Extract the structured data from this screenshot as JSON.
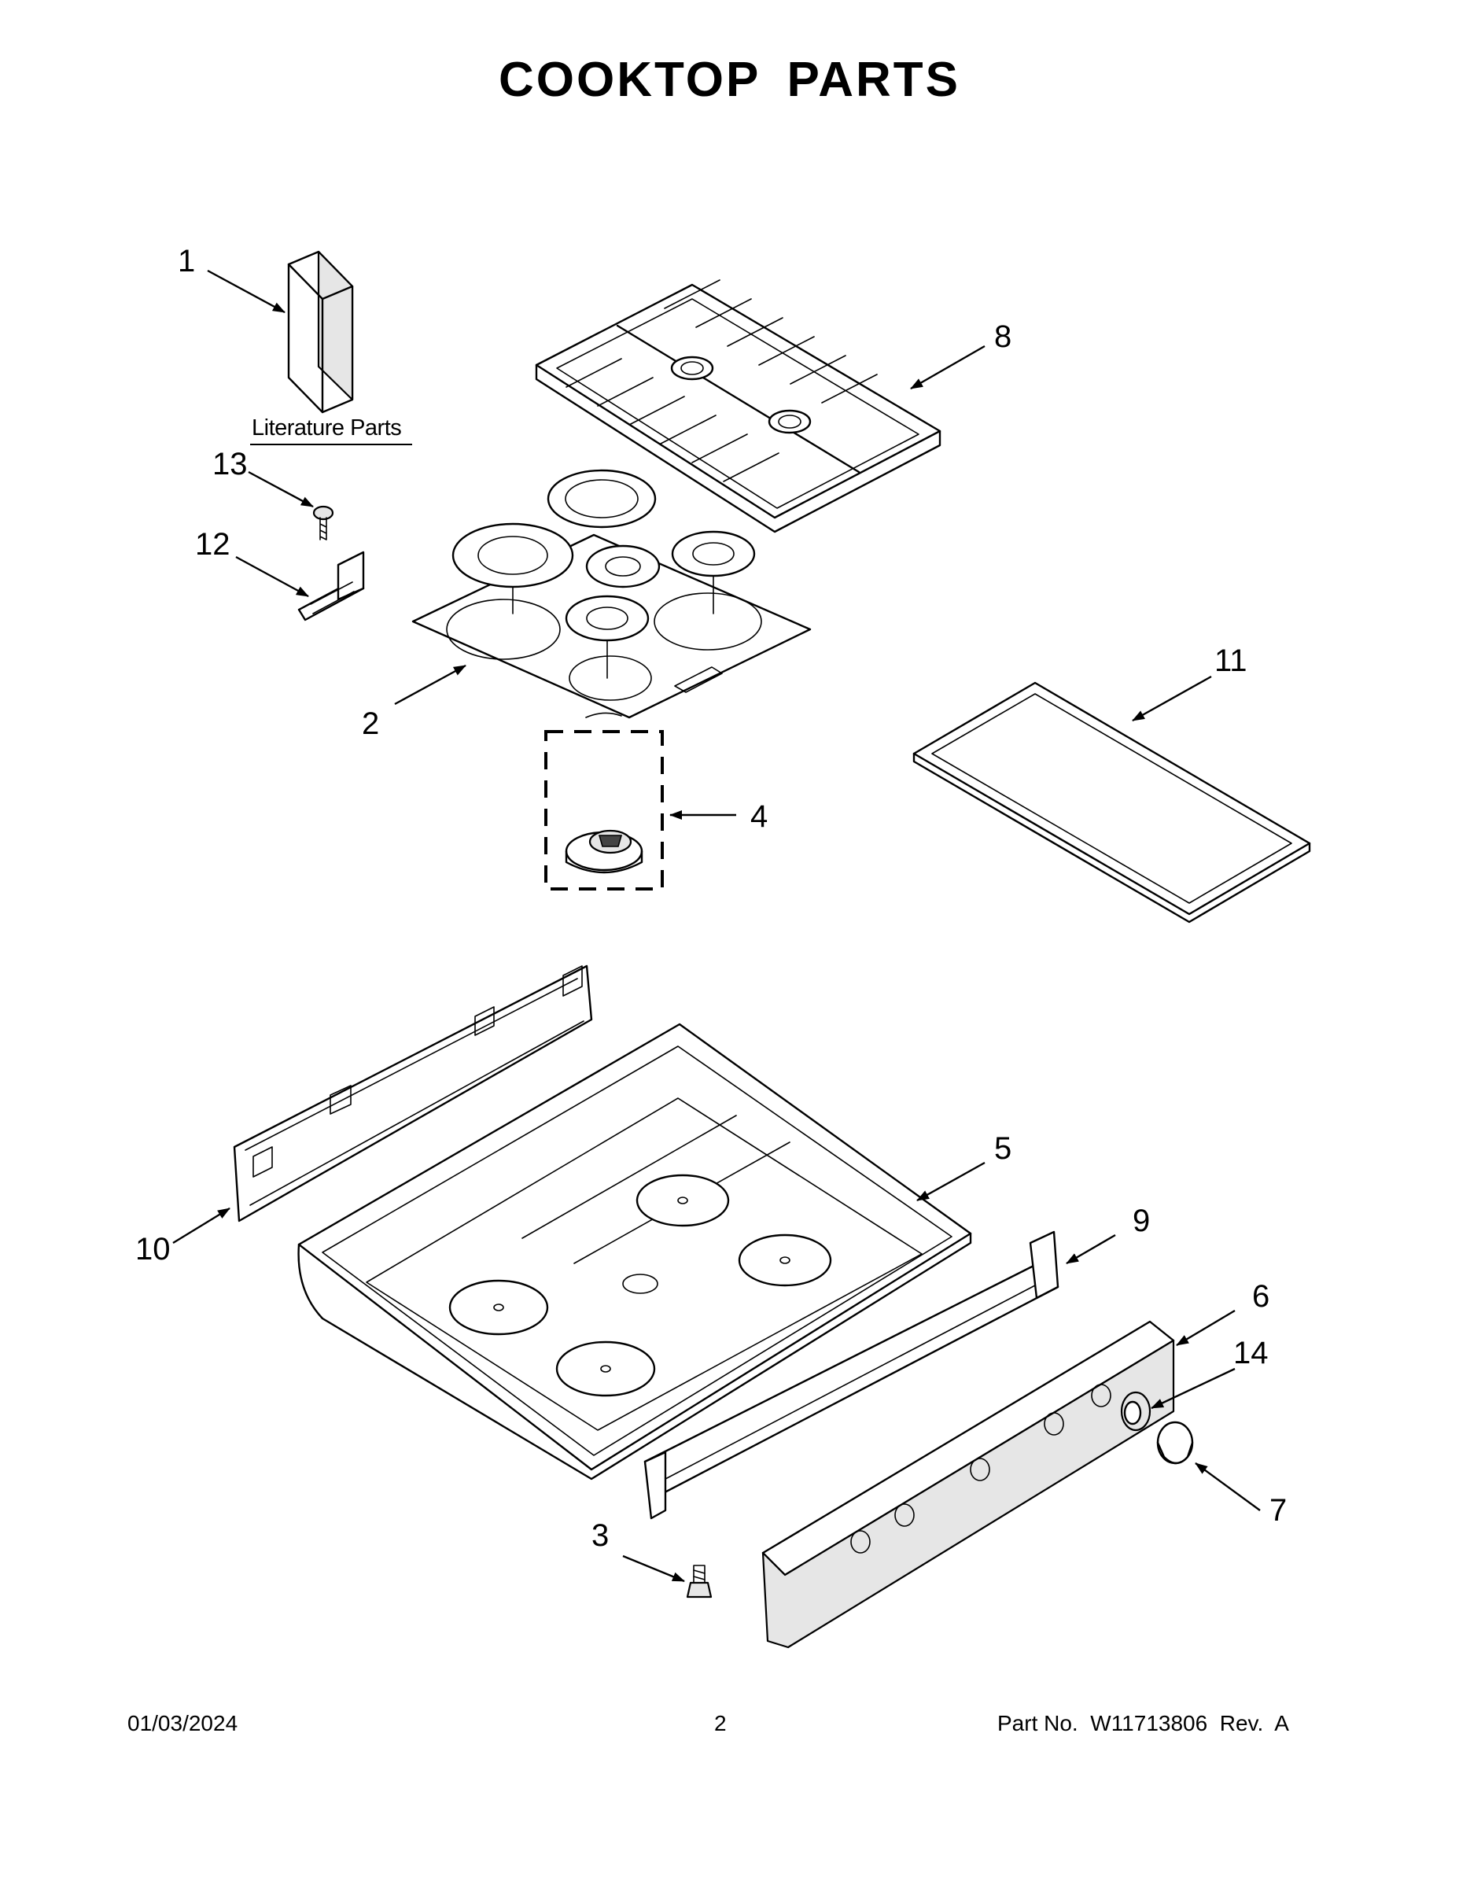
{
  "title": "COOKTOP PARTS",
  "literature_label": "Literature Parts",
  "callouts": {
    "c1": "1",
    "c2": "2",
    "c3": "3",
    "c4": "4",
    "c5": "5",
    "c6": "6",
    "c7": "7",
    "c8": "8",
    "c9": "9",
    "c10": "10",
    "c11": "11",
    "c12": "12",
    "c13": "13",
    "c14": "14"
  },
  "footer": {
    "date": "01/03/2024",
    "page": "2",
    "part_no": "Part No.  W11713806  Rev.  A"
  }
}
